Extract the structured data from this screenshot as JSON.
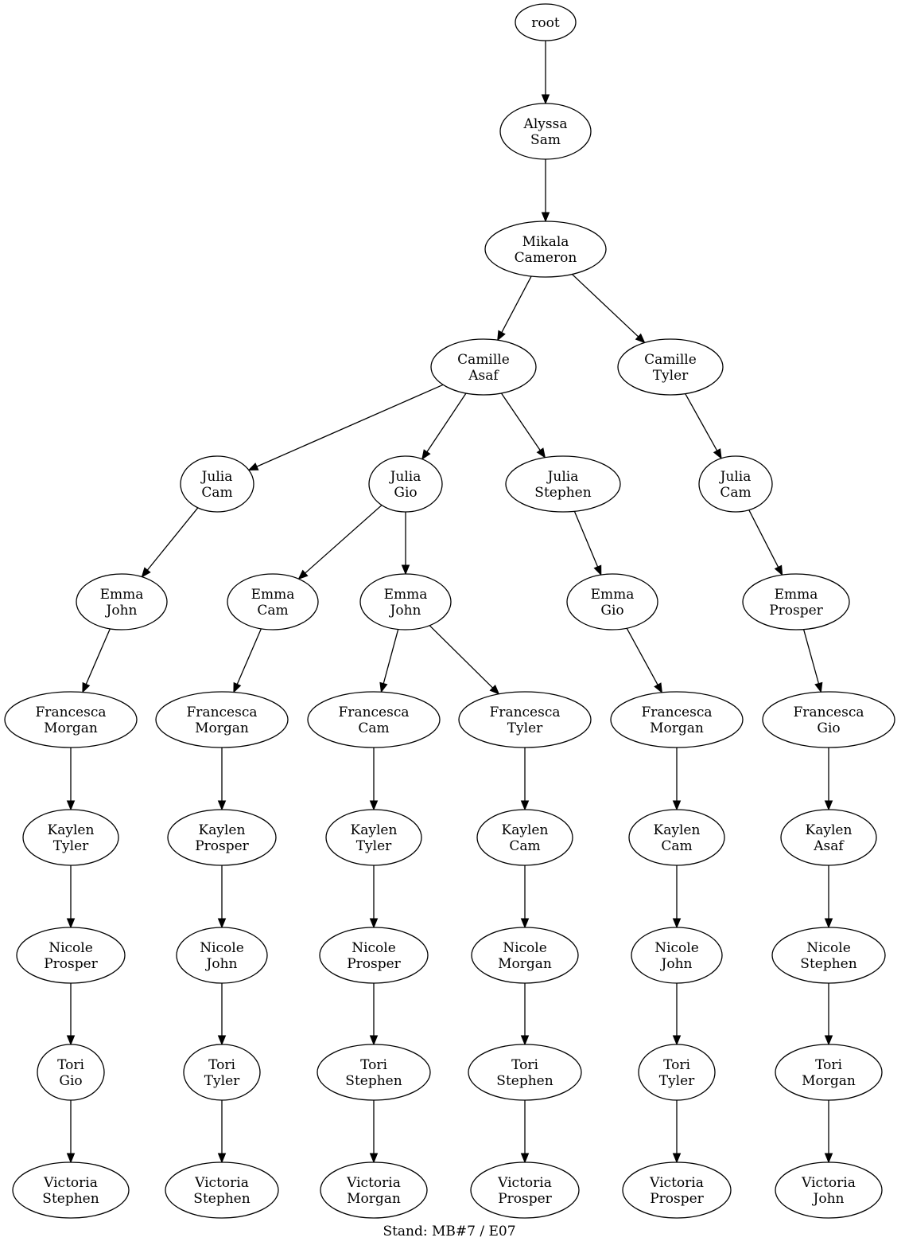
{
  "caption": "Stand: MB#7 / E07",
  "nodes": [
    {
      "id": "root",
      "lines": [
        "root"
      ]
    },
    {
      "id": "n1",
      "lines": [
        "Alyssa",
        "Sam"
      ]
    },
    {
      "id": "n2",
      "lines": [
        "Mikala",
        "Cameron"
      ]
    },
    {
      "id": "n3",
      "lines": [
        "Camille",
        "Asaf"
      ]
    },
    {
      "id": "n4",
      "lines": [
        "Camille",
        "Tyler"
      ]
    },
    {
      "id": "n5",
      "lines": [
        "Julia",
        "Cam"
      ]
    },
    {
      "id": "n6",
      "lines": [
        "Julia",
        "Gio"
      ]
    },
    {
      "id": "n7",
      "lines": [
        "Julia",
        "Stephen"
      ]
    },
    {
      "id": "n8",
      "lines": [
        "Julia",
        "Cam"
      ]
    },
    {
      "id": "n9",
      "lines": [
        "Emma",
        "John"
      ]
    },
    {
      "id": "n10",
      "lines": [
        "Emma",
        "Cam"
      ]
    },
    {
      "id": "n11",
      "lines": [
        "Emma",
        "John"
      ]
    },
    {
      "id": "n12",
      "lines": [
        "Emma",
        "Gio"
      ]
    },
    {
      "id": "n13",
      "lines": [
        "Emma",
        "Prosper"
      ]
    },
    {
      "id": "n14",
      "lines": [
        "Francesca",
        "Morgan"
      ]
    },
    {
      "id": "n15",
      "lines": [
        "Francesca",
        "Morgan"
      ]
    },
    {
      "id": "n16",
      "lines": [
        "Francesca",
        "Cam"
      ]
    },
    {
      "id": "n17",
      "lines": [
        "Francesca",
        "Tyler"
      ]
    },
    {
      "id": "n18",
      "lines": [
        "Francesca",
        "Morgan"
      ]
    },
    {
      "id": "n19",
      "lines": [
        "Francesca",
        "Gio"
      ]
    },
    {
      "id": "n20",
      "lines": [
        "Kaylen",
        "Tyler"
      ]
    },
    {
      "id": "n21",
      "lines": [
        "Kaylen",
        "Prosper"
      ]
    },
    {
      "id": "n22",
      "lines": [
        "Kaylen",
        "Tyler"
      ]
    },
    {
      "id": "n23",
      "lines": [
        "Kaylen",
        "Cam"
      ]
    },
    {
      "id": "n24",
      "lines": [
        "Kaylen",
        "Cam"
      ]
    },
    {
      "id": "n25",
      "lines": [
        "Kaylen",
        "Asaf"
      ]
    },
    {
      "id": "n26",
      "lines": [
        "Nicole",
        "Prosper"
      ]
    },
    {
      "id": "n27",
      "lines": [
        "Nicole",
        "John"
      ]
    },
    {
      "id": "n28",
      "lines": [
        "Nicole",
        "Prosper"
      ]
    },
    {
      "id": "n29",
      "lines": [
        "Nicole",
        "Morgan"
      ]
    },
    {
      "id": "n30",
      "lines": [
        "Nicole",
        "John"
      ]
    },
    {
      "id": "n31",
      "lines": [
        "Nicole",
        "Stephen"
      ]
    },
    {
      "id": "n32",
      "lines": [
        "Tori",
        "Gio"
      ]
    },
    {
      "id": "n33",
      "lines": [
        "Tori",
        "Tyler"
      ]
    },
    {
      "id": "n34",
      "lines": [
        "Tori",
        "Stephen"
      ]
    },
    {
      "id": "n35",
      "lines": [
        "Tori",
        "Stephen"
      ]
    },
    {
      "id": "n36",
      "lines": [
        "Tori",
        "Tyler"
      ]
    },
    {
      "id": "n37",
      "lines": [
        "Tori",
        "Morgan"
      ]
    },
    {
      "id": "n38",
      "lines": [
        "Victoria",
        "Stephen"
      ]
    },
    {
      "id": "n39",
      "lines": [
        "Victoria",
        "Stephen"
      ]
    },
    {
      "id": "n40",
      "lines": [
        "Victoria",
        "Morgan"
      ]
    },
    {
      "id": "n41",
      "lines": [
        "Victoria",
        "Prosper"
      ]
    },
    {
      "id": "n42",
      "lines": [
        "Victoria",
        "Prosper"
      ]
    },
    {
      "id": "n43",
      "lines": [
        "Victoria",
        "John"
      ]
    }
  ],
  "edges": [
    [
      "root",
      "n1"
    ],
    [
      "n1",
      "n2"
    ],
    [
      "n2",
      "n3"
    ],
    [
      "n2",
      "n4"
    ],
    [
      "n3",
      "n5"
    ],
    [
      "n3",
      "n6"
    ],
    [
      "n3",
      "n7"
    ],
    [
      "n4",
      "n8"
    ],
    [
      "n5",
      "n9"
    ],
    [
      "n6",
      "n10"
    ],
    [
      "n6",
      "n11"
    ],
    [
      "n7",
      "n12"
    ],
    [
      "n8",
      "n13"
    ],
    [
      "n9",
      "n14"
    ],
    [
      "n10",
      "n15"
    ],
    [
      "n11",
      "n16"
    ],
    [
      "n11",
      "n17"
    ],
    [
      "n12",
      "n18"
    ],
    [
      "n13",
      "n19"
    ],
    [
      "n14",
      "n20"
    ],
    [
      "n15",
      "n21"
    ],
    [
      "n16",
      "n22"
    ],
    [
      "n17",
      "n23"
    ],
    [
      "n18",
      "n24"
    ],
    [
      "n19",
      "n25"
    ],
    [
      "n20",
      "n26"
    ],
    [
      "n21",
      "n27"
    ],
    [
      "n22",
      "n28"
    ],
    [
      "n23",
      "n29"
    ],
    [
      "n24",
      "n30"
    ],
    [
      "n25",
      "n31"
    ],
    [
      "n26",
      "n32"
    ],
    [
      "n27",
      "n33"
    ],
    [
      "n28",
      "n34"
    ],
    [
      "n29",
      "n35"
    ],
    [
      "n30",
      "n36"
    ],
    [
      "n31",
      "n37"
    ],
    [
      "n32",
      "n38"
    ],
    [
      "n33",
      "n39"
    ],
    [
      "n34",
      "n40"
    ],
    [
      "n35",
      "n41"
    ],
    [
      "n36",
      "n42"
    ],
    [
      "n37",
      "n43"
    ]
  ]
}
